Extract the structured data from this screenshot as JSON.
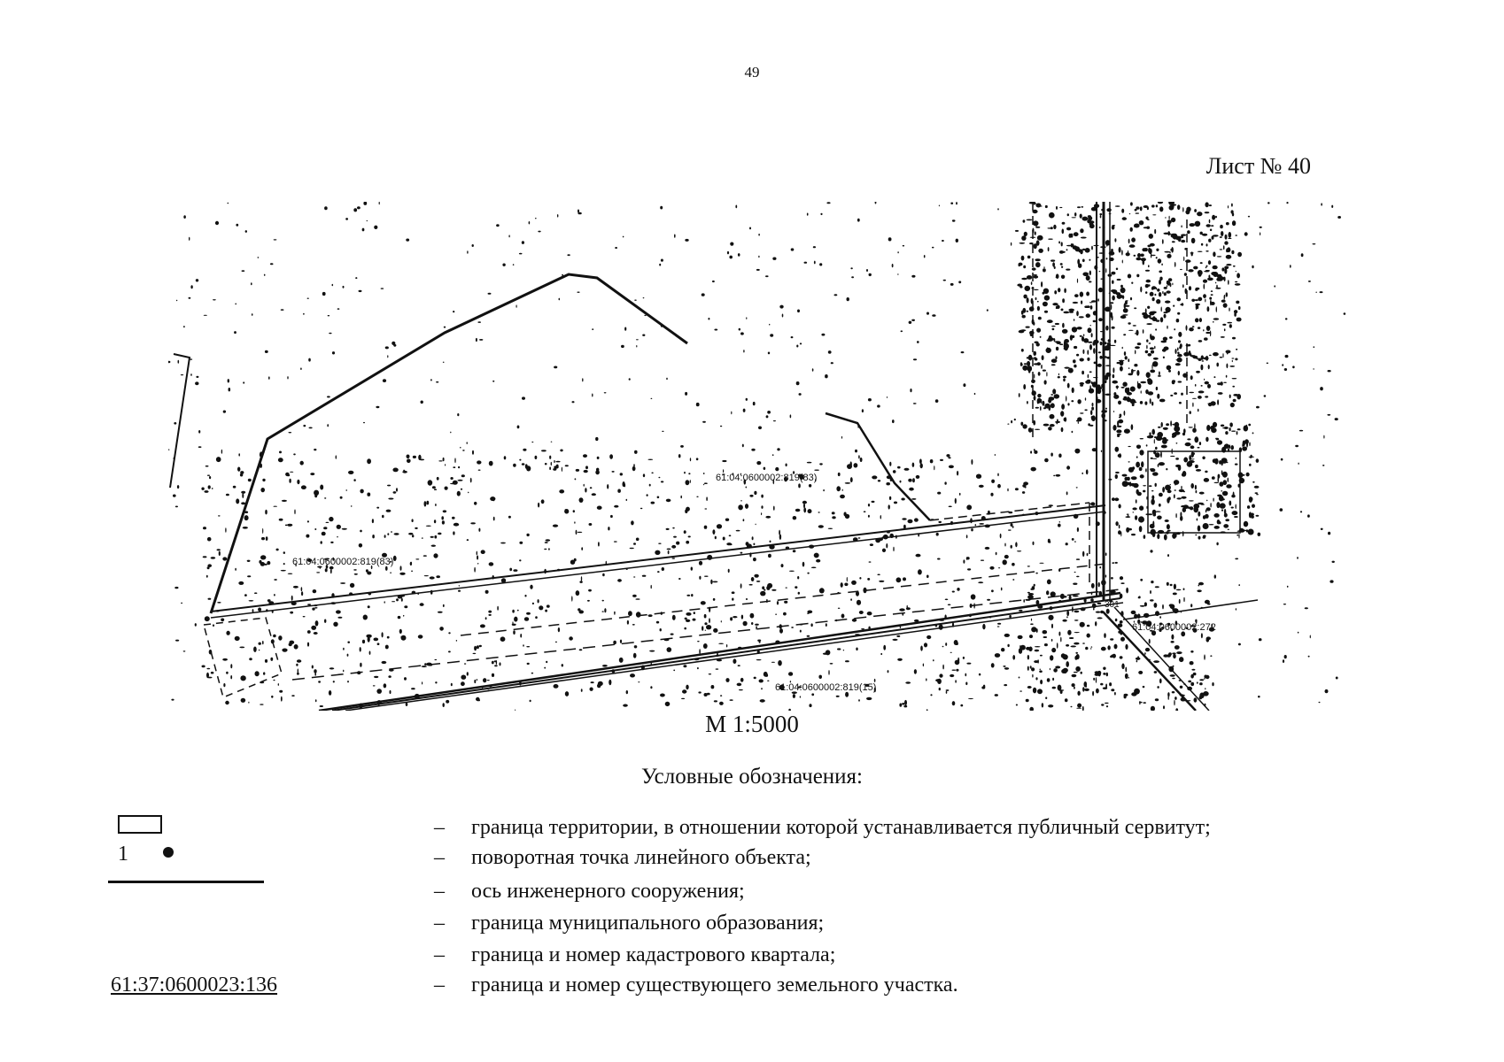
{
  "page": {
    "number": "49",
    "sheet": "Лист № 40"
  },
  "map": {
    "scale": "М 1:5000",
    "parcel_labels": [
      "61:04:0600002:819(83)",
      "61:04:0600002:819(83)",
      "61:04:0600002:819(15)",
      "61:04:0600002:272"
    ],
    "point_label": "301",
    "colors": {
      "ink": "#111111",
      "background": "#ffffff"
    }
  },
  "legend": {
    "title": "Условные обозначения:",
    "dash": "–",
    "symbols": {
      "point_number": "1",
      "parcel_number": "61:37:0600023:136"
    },
    "items": [
      "граница территории, в отношении которой устанавливается публичный сервитут;",
      "поворотная точка линейного объекта;",
      "ось инженерного сооружения;",
      "граница муниципального образования;",
      "граница и номер кадастрового квартала;",
      "граница и номер существующего земельного участка."
    ]
  }
}
